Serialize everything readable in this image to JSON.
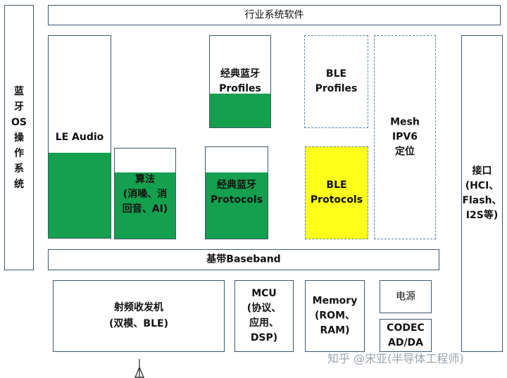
{
  "top_bar": "行业系统软件",
  "left_bar": "蓝\n牙\nOS\n操\n作\n系\n统",
  "le_audio": "LE Audio",
  "algorithm": "算法\n(消噪、消\n回音、AI)",
  "classic_profiles": "经典蓝牙\nProfiles",
  "classic_protocols": "经典蓝牙\nProtocols",
  "ble_profiles": "BLE\nProfiles",
  "ble_protocols": "BLE\nProtocols",
  "mesh": "Mesh\nIPV6\n定位",
  "interface": "接口\n(HCI、\nFlash、\nI2S等)",
  "baseband": "基带Baseband",
  "rf": "射频收发机\n(双模、BLE)",
  "mcu": "MCU\n(协议、\n应用、\nDSP)",
  "memory": "Memory\n(ROM、\nRAM)",
  "power": "电源",
  "codec": "CODEC\nAD/DA",
  "watermark": "知乎 @宋亚(半导体工程师)"
}
